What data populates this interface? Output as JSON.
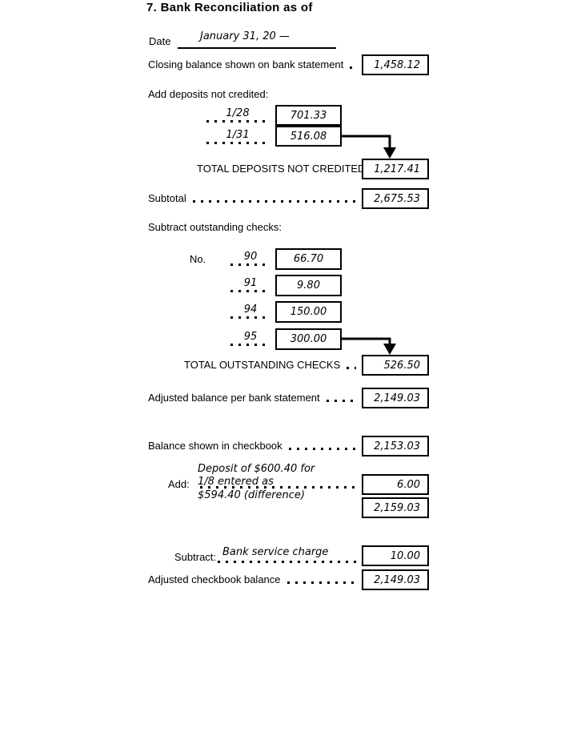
{
  "title": "7. Bank Reconciliation as of",
  "date_field": {
    "label": "Date",
    "value": "January 31, 20 —"
  },
  "bank_section": {
    "closing_balance": {
      "label": "Closing balance shown on bank statement",
      "value": "1,458.12"
    },
    "deposits_heading": "Add deposits not credited:",
    "deposits": [
      {
        "date": "1/28",
        "amount": "701.33"
      },
      {
        "date": "1/31",
        "amount": "516.08"
      }
    ],
    "total_deposits": {
      "label": "TOTAL DEPOSITS NOT CREDITED",
      "value": "1,217.41"
    },
    "subtotal": {
      "label": "Subtotal",
      "value": "2,675.53"
    },
    "checks_heading": "Subtract outstanding checks:",
    "checks_no_label": "No.",
    "checks": [
      {
        "number": "90",
        "amount": "66.70"
      },
      {
        "number": "91",
        "amount": "9.80"
      },
      {
        "number": "94",
        "amount": "150.00"
      },
      {
        "number": "95",
        "amount": "300.00"
      }
    ],
    "total_checks": {
      "label": "TOTAL OUTSTANDING CHECKS",
      "value": "526.50"
    },
    "adjusted_balance": {
      "label": "Adjusted balance per bank statement",
      "value": "2,149.03"
    }
  },
  "checkbook_section": {
    "balance": {
      "label": "Balance shown in checkbook",
      "value": "2,153.03"
    },
    "add_adjustment": {
      "label": "Add:",
      "note_lines": [
        "Deposit of $600.40 for",
        "1/8 entered as",
        "$594.40 (difference)"
      ],
      "value": "6.00"
    },
    "running_total": {
      "value": "2,159.03"
    },
    "subtract_adjustment": {
      "label": "Subtract:",
      "note": "Bank service charge",
      "value": "10.00"
    },
    "adjusted_balance": {
      "label": "Adjusted checkbook balance",
      "value": "2,149.03"
    }
  }
}
